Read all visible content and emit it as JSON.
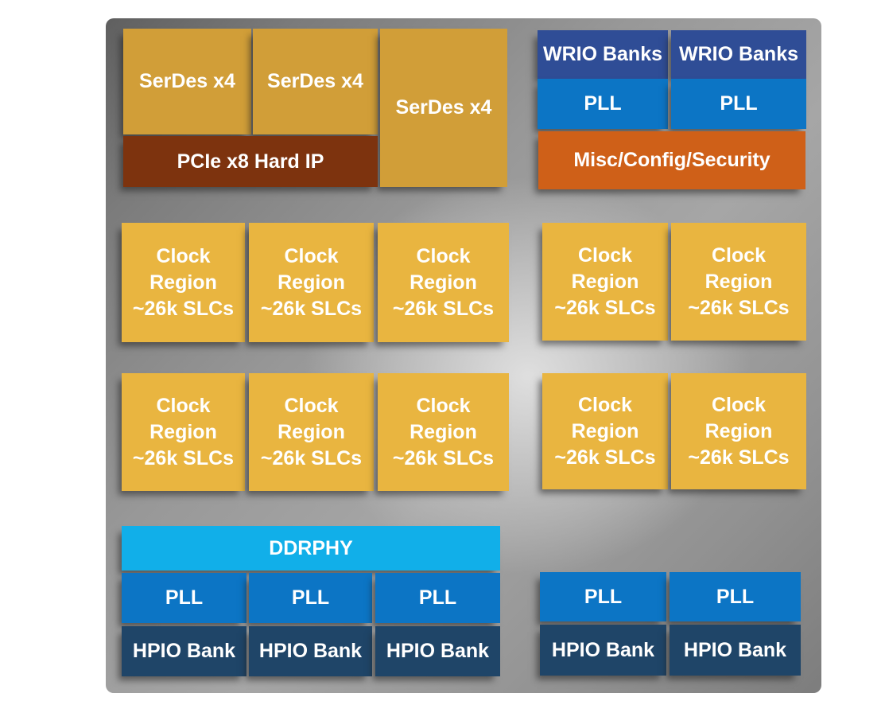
{
  "labels": {
    "serdes": "SerDes x4",
    "pcie": "PCIe x8 Hard IP",
    "wrio": "WRIO Banks",
    "pll": "PLL",
    "misc": "Misc/Config/Security",
    "clock_line_1": "Clock",
    "clock_line_2": "Region",
    "clock_line_3": "~26k SLCs",
    "ddrphy": "DDRPHY",
    "hpio": "HPIO Bank"
  },
  "colors": {
    "serdes": "#d19e38",
    "pcie": "#7d330e",
    "wrio": "#2f4d96",
    "pll": "#0c75c5",
    "misc": "#cf6018",
    "clock": "#e9b540",
    "ddrphy": "#11afe9",
    "hpio": "#1f4568",
    "label_text": "#ffffff",
    "die_background_mid": "#a6a6a6",
    "page_background": "#ffffff"
  }
}
